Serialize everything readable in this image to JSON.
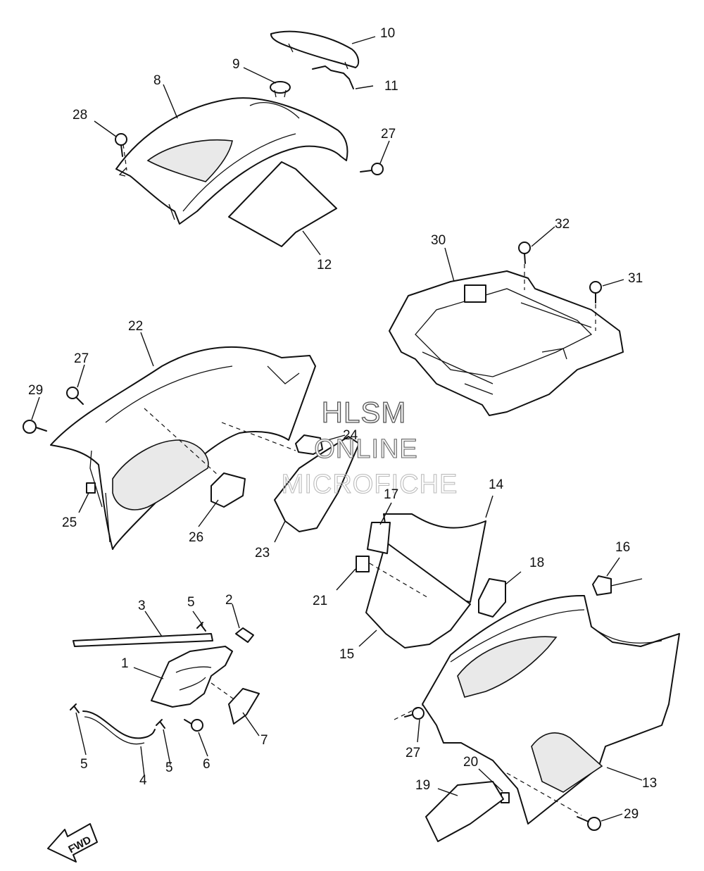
{
  "watermark": {
    "line1": "HLSM",
    "line2": "ONLINE",
    "line3": "MICROFICHE"
  },
  "fwd_arrow": {
    "label": "FWD"
  },
  "callouts": {
    "c1": "1",
    "c2": "2",
    "c3": "3",
    "c4": "4",
    "c5a": "5",
    "c5b": "5",
    "c5c": "5",
    "c6": "6",
    "c7": "7",
    "c8": "8",
    "c9": "9",
    "c10": "10",
    "c11": "11",
    "c12": "12",
    "c13": "13",
    "c14": "14",
    "c15": "15",
    "c16": "16",
    "c17": "17",
    "c18": "18",
    "c19": "19",
    "c20": "20",
    "c21": "21",
    "c22": "22",
    "c23": "23",
    "c24": "24",
    "c25": "25",
    "c26": "26",
    "c27a": "27",
    "c27b": "27",
    "c27c": "27",
    "c28": "28",
    "c29a": "29",
    "c29b": "29",
    "c30": "30",
    "c31": "31",
    "c32": "32"
  }
}
